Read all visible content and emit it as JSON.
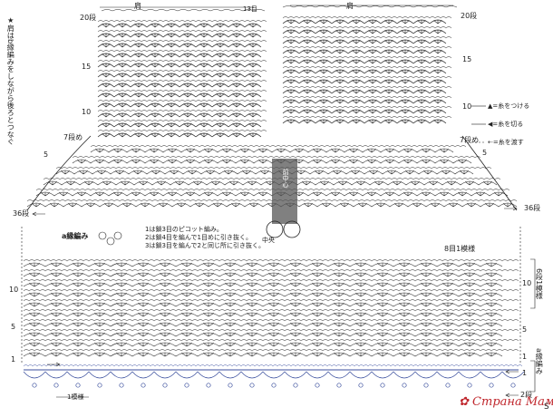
{
  "header": {
    "note_vertical": "★肩はb縁編みをしながら後ろとつなぐ",
    "shoulder_label_left": "肩",
    "shoulder_label_right": "肩",
    "stitches_13": "13目"
  },
  "row_labels": {
    "r20_left": "20段",
    "r15_left": "15",
    "r10_left": "10",
    "r20_right": "20段",
    "r15_right": "15",
    "r10_right": "10",
    "r7_left": "7段め",
    "r7_right": "7段め",
    "r5_left": "5",
    "r5_right": "5",
    "r36_left": "36段",
    "r36_right": "36段",
    "r1_left": "1",
    "r5_body_left": "5",
    "r10_body_left": "10",
    "r10_body_right": "10",
    "r5_body_right": "5",
    "r1_body_right": "1",
    "border_r1": "1",
    "border_r2": "2段",
    "r8_stitches": "8目1模様"
  },
  "side_labels": {
    "six_rows_pattern": "6段1模様",
    "a_border": "a縁編み",
    "one_pattern_bottom": "1模様"
  },
  "picot_note": {
    "title": "a縁編み",
    "lines": [
      "1は鎖3目のピコット編み。",
      "2は鎖4目を編んで1目めに引き抜く。",
      "3は鎖3目を編んで2と同じ所に引き抜く。"
    ]
  },
  "center": {
    "label": "中央",
    "front_label": "前中心"
  },
  "legend": {
    "attach": "=糸をつける",
    "cut": "=糸を切る",
    "carry": "=糸を渡す"
  },
  "watermark": {
    "text": "Страна Мам",
    "partial": "S"
  },
  "colors": {
    "ink": "#222222",
    "border_blue": "#3b4f9e",
    "accent_red": "#c0272d"
  }
}
